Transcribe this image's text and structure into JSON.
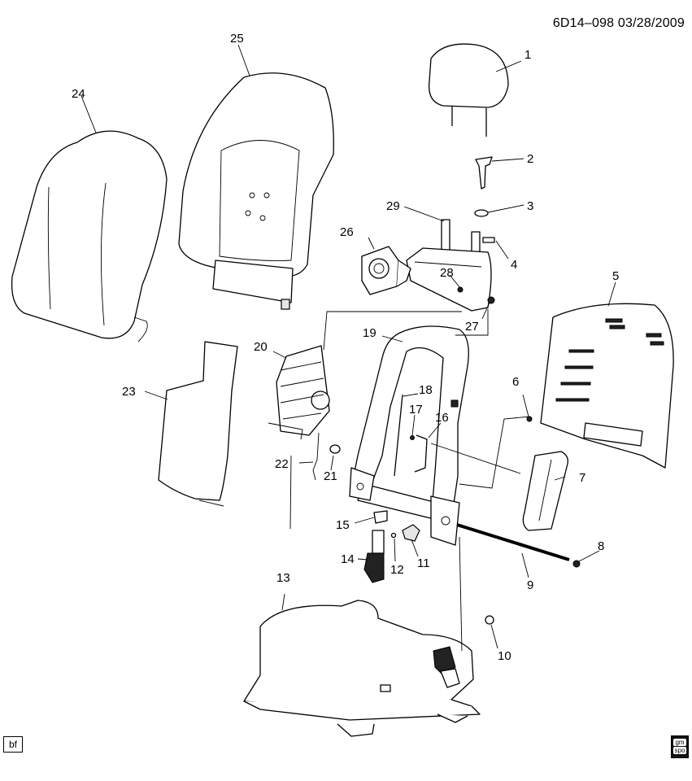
{
  "header": {
    "ref": "6D14–098  03/28/2009"
  },
  "footer": {
    "left_tag": "bf",
    "logo_top": "gm",
    "logo_bottom": "spo"
  },
  "callouts": [
    "1",
    "2",
    "3",
    "4",
    "5",
    "6",
    "7",
    "8",
    "9",
    "10",
    "11",
    "12",
    "13",
    "14",
    "15",
    "16",
    "17",
    "18",
    "19",
    "20",
    "21",
    "22",
    "23",
    "24",
    "25",
    "26",
    "27",
    "28",
    "29"
  ]
}
